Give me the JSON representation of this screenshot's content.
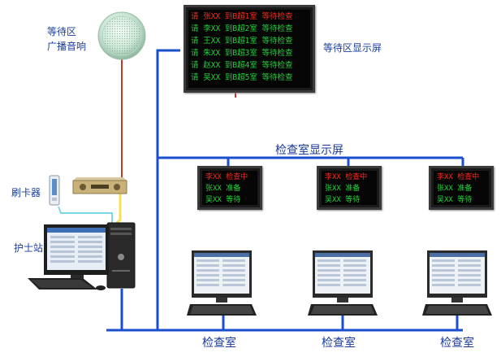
{
  "labels": {
    "speaker": [
      "等待区",
      "广播音响"
    ],
    "waiting_display": "等待区显示屏",
    "exam_display": "检查室显示屏",
    "card_reader": "刷卡器",
    "nurse_station": "护士站",
    "exam_rooms": [
      "检查室",
      "检查室",
      "检查室"
    ]
  },
  "waiting_screen": {
    "lines": [
      {
        "text": "请 张XX 到B超1室 等待检查",
        "color": "#ff2a1a"
      },
      {
        "text": "请 李XX 到B超2室 等待检查",
        "color": "#22d63a"
      },
      {
        "text": "请 王XX 到B超1室 等待检查",
        "color": "#22d63a"
      },
      {
        "text": "请 朱XX 到B超3室 等待检查",
        "color": "#22d63a"
      },
      {
        "text": "请 赵XX 到B超4室 等待检查",
        "color": "#22d63a"
      },
      {
        "text": "请 吴XX 到B超5室 等待检查",
        "color": "#22d63a"
      }
    ]
  },
  "room_screens": [
    {
      "lines": [
        {
          "text": "李XX 检查中",
          "color": "#ff2a1a"
        },
        {
          "text": "张XX 准备",
          "color": "#22d63a"
        },
        {
          "text": "吴XX 等待",
          "color": "#22d63a"
        }
      ]
    },
    {
      "lines": [
        {
          "text": "李XX 检查中",
          "color": "#ff2a1a"
        },
        {
          "text": "张XX 准备",
          "color": "#22d63a"
        },
        {
          "text": "吴XX 等待",
          "color": "#22d63a"
        }
      ]
    },
    {
      "lines": [
        {
          "text": "李XX 检查中",
          "color": "#ff2a1a"
        },
        {
          "text": "张XX 准备",
          "color": "#22d63a"
        },
        {
          "text": "吴XX 等待",
          "color": "#22d63a"
        }
      ]
    }
  ],
  "colors": {
    "network_line": "#1a4fd0",
    "audio_line": "#c0392b",
    "cable_yellow": "#f5e05a",
    "cable_cyan": "#7fd6e8"
  },
  "icons": [
    "speaker-icon",
    "card-reader-icon",
    "amplifier-icon",
    "nurse-pc-icon",
    "monitor-icon"
  ]
}
